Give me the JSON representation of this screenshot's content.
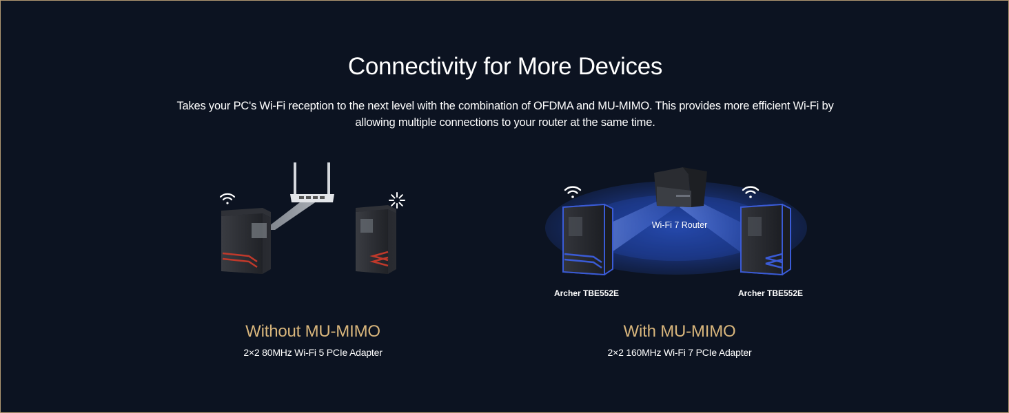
{
  "header": {
    "title": "Connectivity for More Devices",
    "description": "Takes your PC's Wi-Fi reception to the next level with the combination of OFDMA and MU-MIMO. This provides more efficient Wi-Fi by allowing multiple connections to your router at the same time."
  },
  "left_panel": {
    "heading": "Without MU-MIMO",
    "caption": "2×2 80MHz Wi-Fi 5 PCIe Adapter",
    "pc_accent_color": "#c0392b",
    "icons": [
      "wifi-icon",
      "loading-spinner-icon"
    ]
  },
  "right_panel": {
    "heading": "With MU-MIMO",
    "caption": "2×2 160MHz Wi-Fi 7 PCIe Adapter",
    "router_label": "Wi-Fi 7 Router",
    "left_device_label": "Archer TBE552E",
    "right_device_label": "Archer TBE552E",
    "pc_accent_color": "#3a5bd6",
    "icons": [
      "wifi-icon",
      "wifi-icon"
    ]
  },
  "colors": {
    "background": "#0c1321",
    "heading_gold": "#d9b67c",
    "border": "#b49a73"
  }
}
